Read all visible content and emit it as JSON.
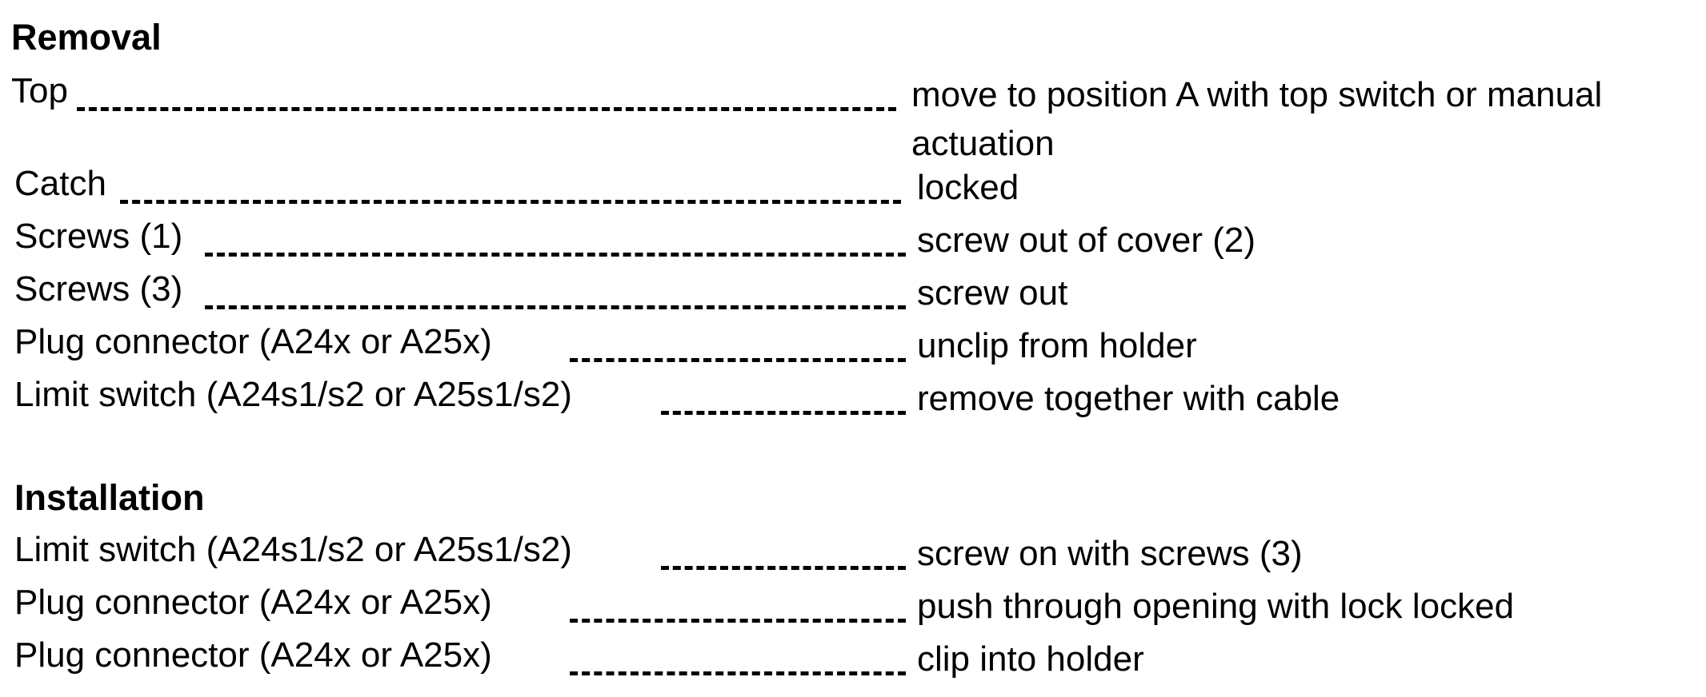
{
  "removal": {
    "heading": "Removal",
    "steps": [
      {
        "item": "Top",
        "action": "move to position A with top switch or manual actuation"
      },
      {
        "item": "Catch",
        "action": "locked"
      },
      {
        "item": "Screws (1)",
        "action": "screw out of cover (2)"
      },
      {
        "item": "Screws (3)",
        "action": "screw out"
      },
      {
        "item": "Plug connector (A24x or A25x)",
        "action": "unclip from holder"
      },
      {
        "item": "Limit switch (A24s1/s2 or A25s1/s2)",
        "action": "remove together with cable"
      }
    ]
  },
  "installation": {
    "heading": "Installation",
    "steps": [
      {
        "item": "Limit switch (A24s1/s2 or A25s1/s2)",
        "action": "screw on with screws (3)"
      },
      {
        "item": "Plug connector (A24x or A25x)",
        "action": "push through opening with lock locked"
      },
      {
        "item": "Plug connector (A24x or A25x)",
        "action": "clip into holder"
      }
    ]
  }
}
